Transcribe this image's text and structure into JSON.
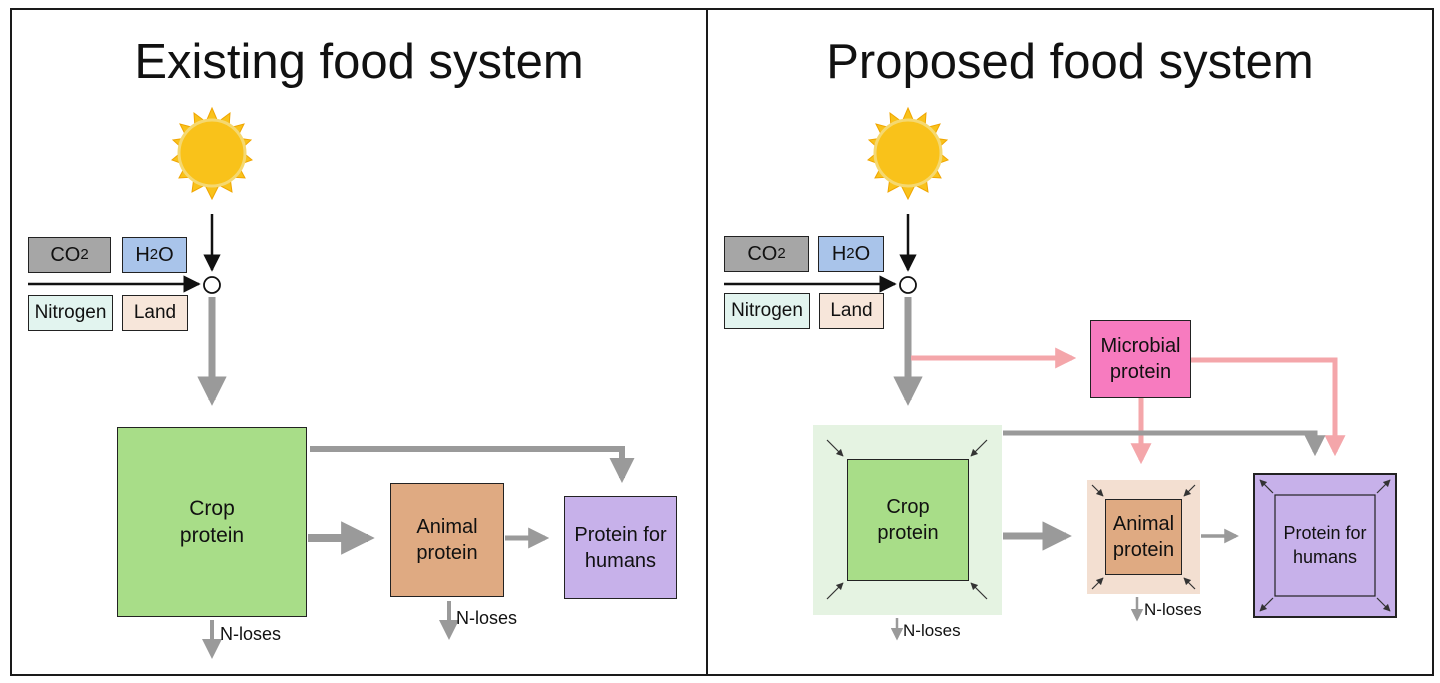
{
  "panels": {
    "left": {
      "title": "Existing food system",
      "inputs": {
        "co2_main": "CO",
        "co2_sub": "2",
        "h2o_main": "H",
        "h2o_sub": "2",
        "h2o_tail": "O",
        "nitrogen": "Nitrogen",
        "land": "Land"
      },
      "crop": "Crop\nprotein",
      "animal": "Animal\nprotein",
      "humans": "Protein for\nhumans",
      "crop_loss": "N-loses",
      "animal_loss": "N-loses"
    },
    "right": {
      "title": "Proposed food system",
      "inputs": {
        "co2_main": "CO",
        "co2_sub": "2",
        "h2o_main": "H",
        "h2o_sub": "2",
        "h2o_tail": "O",
        "nitrogen": "Nitrogen",
        "land": "Land"
      },
      "microbial": "Microbial\nprotein",
      "crop": "Crop\nprotein",
      "animal": "Animal\nprotein",
      "humans": "Protein for\nhumans",
      "crop_loss": "N-loses",
      "animal_loss": "N-loses"
    }
  },
  "colors": {
    "co2": "#a6a6a6",
    "h2o": "#a9c4ea",
    "nitrogen": "#e2f4ef",
    "land": "#f7e6da",
    "crop": "#a8dd88",
    "animal": "#dfaa82",
    "humans": "#c7b1ea",
    "microbial": "#f77bbf",
    "crop_halo": "#e5f3e2",
    "animal_halo": "#f3dfd1",
    "sun_core": "#f9c21a",
    "sun_ray": "#f9c21a",
    "flow_grey": "#9a9a9a",
    "flow_pink": "#f4a6aa"
  },
  "icons": {
    "sun": "sun-icon",
    "junction": "junction-circle-icon"
  }
}
